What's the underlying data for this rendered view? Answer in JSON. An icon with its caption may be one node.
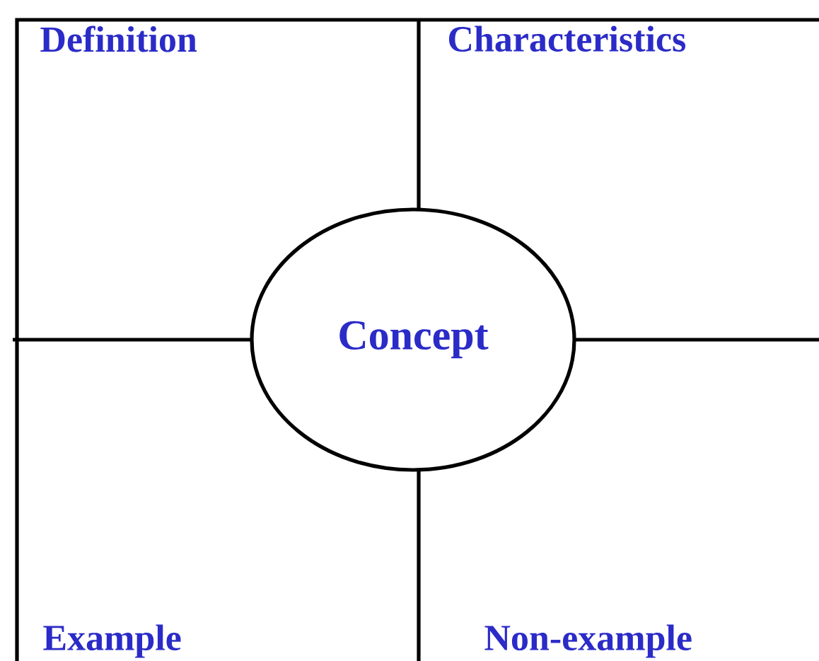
{
  "diagram": {
    "nodes": [
      {
        "text": [
          "Definition"
        ]
      },
      {
        "text": [
          "Characteristics"
        ]
      },
      {
        "text": [
          "Concept"
        ]
      },
      {
        "text": [
          "Example"
        ]
      },
      {
        "text": [
          "Non-example"
        ]
      }
    ]
  }
}
